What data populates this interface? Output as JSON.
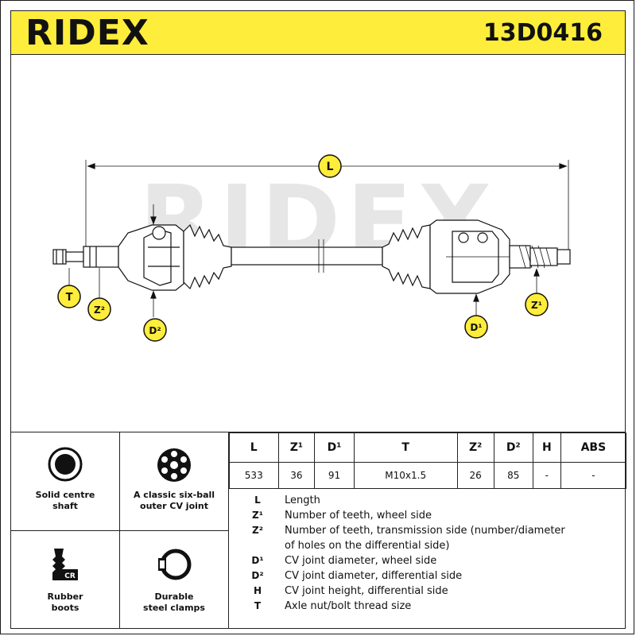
{
  "header": {
    "brand": "RIDEX",
    "part_number": "13D0416"
  },
  "drawing": {
    "watermark": "RIDEX",
    "labels": {
      "L": "L",
      "T": "T",
      "Z2": "Z²",
      "D2": "D²",
      "D1": "D¹",
      "Z1": "Z¹"
    }
  },
  "features": [
    {
      "caption_line1": "Solid centre",
      "caption_line2": "shaft",
      "icon": "solid-shaft-icon"
    },
    {
      "caption_line1": "A classic six-ball",
      "caption_line2": "outer CV joint",
      "icon": "six-ball-joint-icon"
    },
    {
      "caption_line1": "Rubber",
      "caption_line2": "boots",
      "icon": "rubber-boot-icon",
      "icon_text": "CR"
    },
    {
      "caption_line1": "Durable",
      "caption_line2": "steel clamps",
      "icon": "steel-clamp-icon"
    }
  ],
  "specs": {
    "headers": [
      "L",
      "Z¹",
      "D¹",
      "T",
      "Z²",
      "D²",
      "H",
      "ABS"
    ],
    "values": [
      "533",
      "36",
      "91",
      "M10x1.5",
      "26",
      "85",
      "-",
      "-"
    ]
  },
  "legend": [
    {
      "symbol": "L",
      "text": "Length"
    },
    {
      "symbol": "Z¹",
      "text": "Number of teeth, wheel side"
    },
    {
      "symbol": "Z²",
      "text": "Number of teeth, transmission side (number/diameter"
    },
    {
      "symbol": "",
      "text": "of holes on the differential side)"
    },
    {
      "symbol": "D¹",
      "text": "CV joint diameter, wheel side"
    },
    {
      "symbol": "D²",
      "text": "CV joint diameter, differential side"
    },
    {
      "symbol": "H",
      "text": "CV joint height, differential side"
    },
    {
      "symbol": "T",
      "text": "Axle nut/bolt thread size"
    }
  ],
  "colors": {
    "header_bg": "#ffed3b",
    "badge_bg": "#ffed3b",
    "line": "#111111",
    "watermark": "#e6e6e6"
  }
}
